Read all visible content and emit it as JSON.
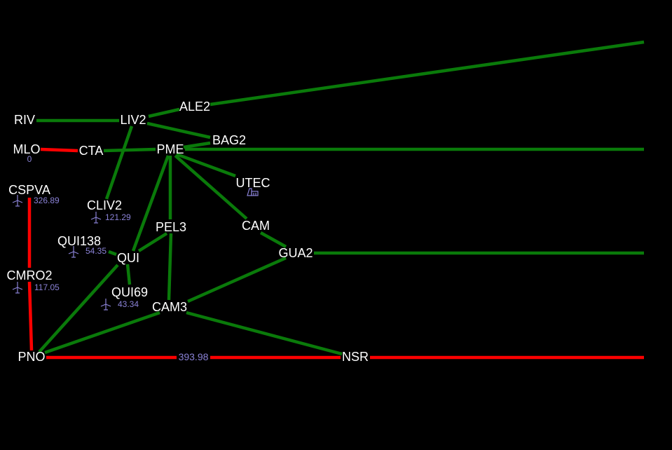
{
  "colors": {
    "background": "#000000",
    "line_ok": "#0a7a0a",
    "line_alert": "#ff0000",
    "node_text": "#ffffff",
    "value_text": "#8a82d6"
  },
  "nodes": {
    "riv": "RIV",
    "liv2": "LIV2",
    "ale2": "ALE2",
    "mlo": "MLO",
    "cta": "CTA",
    "pme": "PME",
    "bag2": "BAG2",
    "cspva": "CSPVA",
    "cliv2": "CLIV2",
    "utec": "UTEC",
    "pel3": "PEL3",
    "cam": "CAM",
    "qui138": "QUI138",
    "qui": "QUI",
    "gua2": "GUA2",
    "cmro2": "CMRO2",
    "qui69": "QUI69",
    "cam3": "CAM3",
    "pno": "PNO",
    "nsr": "NSR"
  },
  "values": {
    "mlo": "0",
    "cspva": "326.89",
    "cliv2": "121.29",
    "qui138": "54.35",
    "cmro2": "117.05",
    "qui69": "43.34",
    "pno_nsr_flow": "393.98"
  },
  "icons": {
    "cspva": "wind-turbine-icon",
    "cliv2": "wind-turbine-icon",
    "qui138": "wind-turbine-icon",
    "cmro2": "wind-turbine-icon",
    "qui69": "wind-turbine-icon",
    "utec": "factory-icon"
  }
}
